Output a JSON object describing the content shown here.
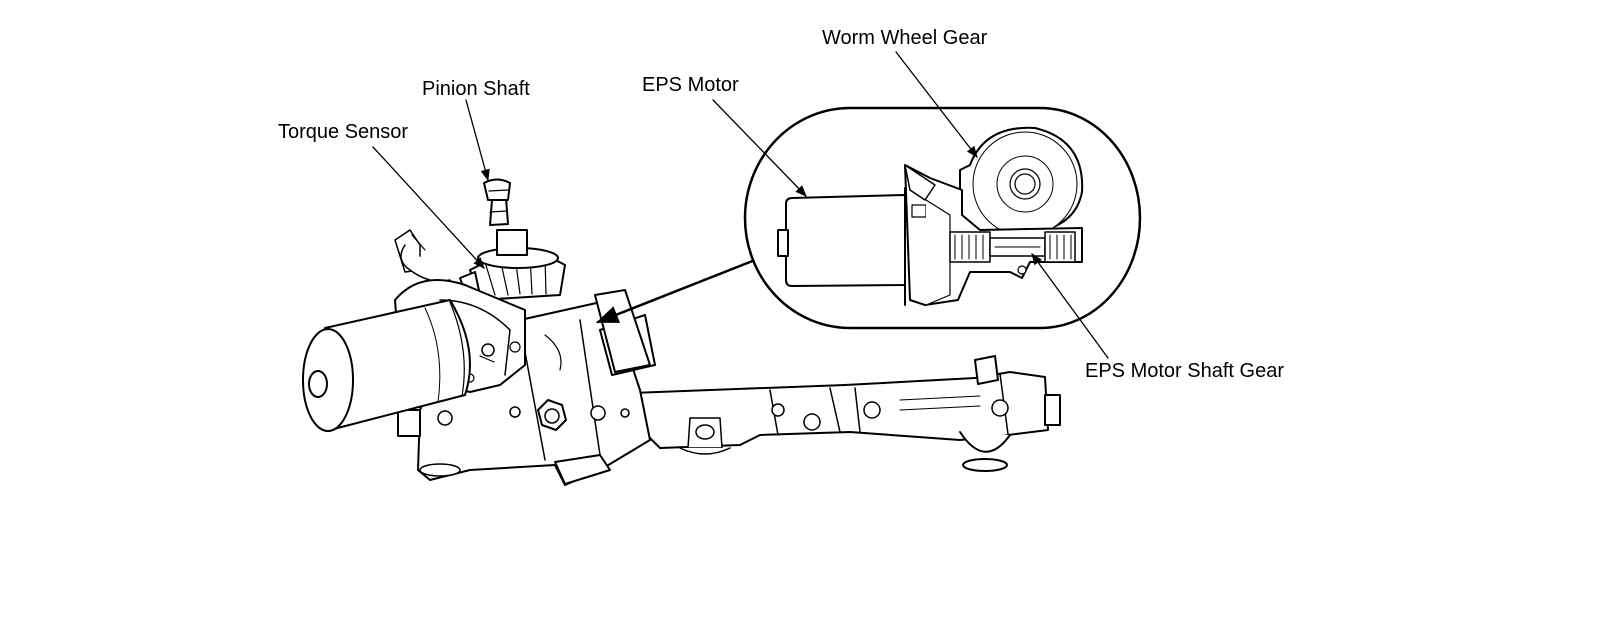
{
  "labels": {
    "worm_wheel_gear": "Worm Wheel Gear",
    "eps_motor": "EPS Motor",
    "pinion_shaft": "Pinion Shaft",
    "torque_sensor": "Torque Sensor",
    "eps_motor_shaft_gear": "EPS Motor Shaft Gear"
  },
  "colors": {
    "line": "#000000",
    "fill": "#ffffff"
  }
}
